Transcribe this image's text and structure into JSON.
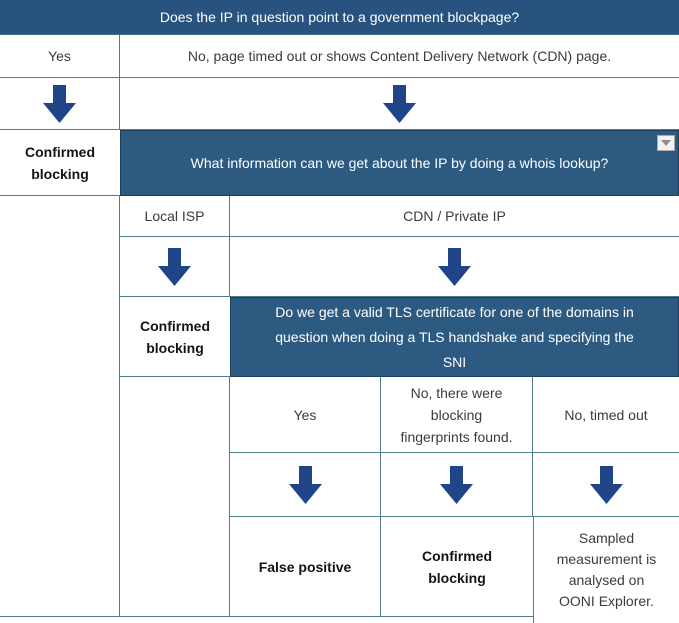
{
  "colors": {
    "header_primary_blue": "#27537e",
    "header_secondary_blue": "#2c5a80",
    "arrow_blue": "#1f4487",
    "cell_border_teal": "#4e7c8c",
    "body_text": "#3b3b3b",
    "bold_text": "#141414",
    "header_text": "#ffffff"
  },
  "icons": {
    "down_arrow": "block-arrow-down",
    "dropdown": "triangle-down"
  },
  "flowchart": {
    "q_blockpage": "Does the IP in question point to a government blockpage?",
    "a_blockpage_yes": "Yes",
    "a_blockpage_no": "No, page timed out or shows Content Delivery Network (CDN) page.",
    "result_confirmed_1": "Confirmed\nblocking",
    "q_whois": "What information can we get about the IP by doing a whois lookup?",
    "a_whois_local_isp": "Local ISP",
    "a_whois_cdn": "CDN / Private IP",
    "result_confirmed_2": "Confirmed\nblocking",
    "q_tls": "Do we get a valid TLS certificate for one of the domains in\nquestion when doing a TLS handshake and specifying the\nSNI",
    "a_tls_yes": "Yes",
    "a_tls_fingerprints": "No, there were\nblocking\nfingerprints found.",
    "a_tls_timeout": "No, timed out",
    "result_false_positive": "False positive",
    "result_confirmed_3": "Confirmed\nblocking",
    "result_sampled": "Sampled\nmeasurement is\nanalysed on\nOONI Explorer."
  }
}
